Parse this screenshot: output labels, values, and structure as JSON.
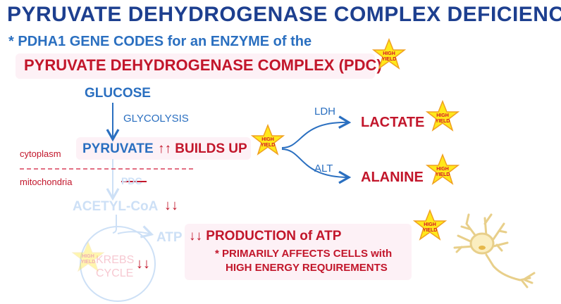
{
  "title": "PYRUVATE DEHYDROGENASE COMPLEX DEFICIENCY",
  "intro": {
    "bullet": "*",
    "line1": "PDHA1 GENE CODES for an ENZYME of the",
    "line2": "PYRUVATE DEHYDROGENASE COMPLEX (PDC)"
  },
  "badge": {
    "line1": "HIGH",
    "line2": "YIELD"
  },
  "pathway": {
    "glucose": "GLUCOSE",
    "glycolysis": "GLYCOLYSIS",
    "pyruvate": "PYRUVATE",
    "pyruvate_change": "↑↑ BUILDS UP",
    "cytoplasm": "cytoplasm",
    "mitochondria": "mitochondria",
    "pdc": "PDC",
    "acetyl_coa": "ACETYL-CoA",
    "acetyl_change": "↓↓",
    "krebs_line1": "KREBS",
    "krebs_line2": "CYCLE",
    "krebs_change": "↓↓",
    "atp": "ATP",
    "ldh": "LDH",
    "lactate": "LACTATE",
    "alt": "ALT",
    "alanine": "ALANINE"
  },
  "atp_box": {
    "heading": "↓↓ PRODUCTION of ATP",
    "bullet": "*",
    "line1": "PRIMARILY AFFECTS CELLS with",
    "line2": "HIGH ENERGY REQUIREMENTS"
  },
  "colors": {
    "title": "#1d3f8f",
    "blue": "#2a6fc0",
    "red": "#c2162b",
    "star": "#ffe81a"
  }
}
